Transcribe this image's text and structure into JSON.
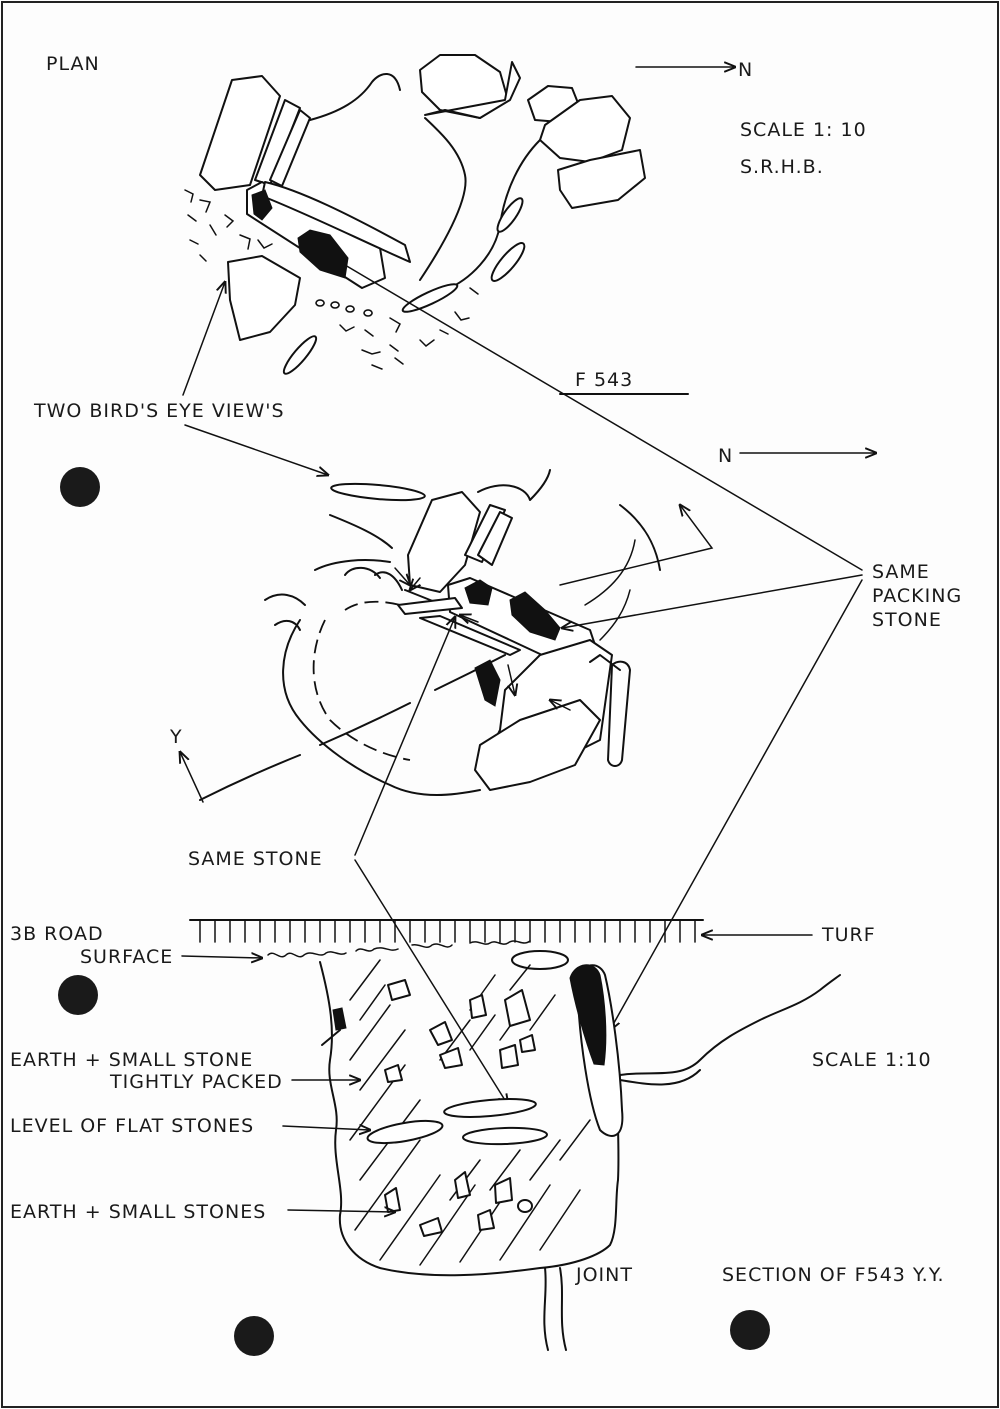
{
  "labels": {
    "plan": "PLAN",
    "north_top": "N",
    "scale_top": "SCALE 1: 10",
    "initials": "S.R.H.B.",
    "feature": "F 543",
    "birds_eye": "TWO BIRD'S EYE VIEW'S",
    "north_mid": "N",
    "same_packing_1": "SAME",
    "same_packing_2": "PACKING",
    "same_packing_3": "STONE",
    "y_axis": "Y",
    "same_stone": "SAME STONE",
    "road_1": "3B ROAD",
    "road_2": "SURFACE",
    "turf": "TURF",
    "earth_packed_1": "EARTH + SMALL STONE",
    "earth_packed_2": "TIGHTLY PACKED",
    "scale_bottom": "SCALE 1:10",
    "flat_stones": "LEVEL OF FLAT STONES",
    "earth_small": "EARTH + SMALL STONES",
    "joint": "JOINT",
    "section": "SECTION OF F543 Y.Y."
  },
  "colors": {
    "ink": "#111111",
    "paper": "#fdfdfd"
  }
}
